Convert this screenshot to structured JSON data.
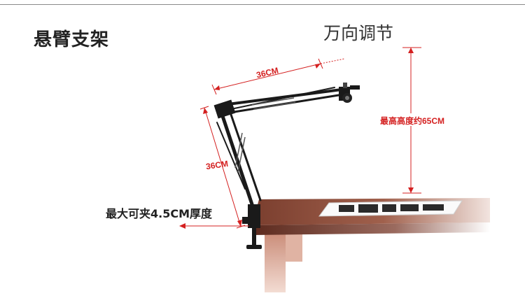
{
  "title": "悬臂支架",
  "caption_adjust": "万向调节",
  "dimensions": {
    "top_arm": "36CM",
    "lower_arm": "36CM",
    "max_height": "最高高度约65CM"
  },
  "clamp_caption": "最大可夹4.5CM厚度",
  "colors": {
    "accent_red": "#d42020",
    "table_wood": "#8b4a3a",
    "table_leg": "#d9a08a",
    "arm_metal": "#1a1a1a"
  }
}
